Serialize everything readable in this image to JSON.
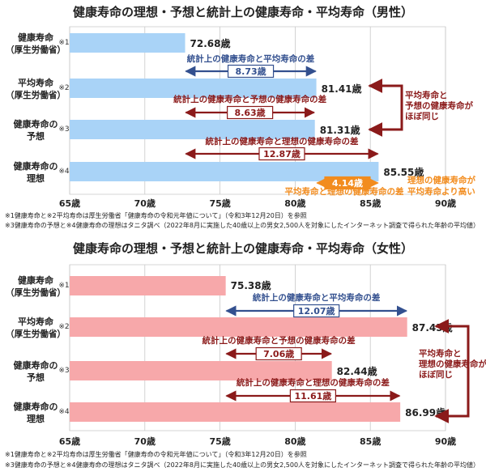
{
  "chart_data": [
    {
      "type": "bar",
      "orientation": "horizontal",
      "title": "健康寿命の理想・予想と統計上の健康寿命・平均寿命（男性）",
      "xlim": [
        65,
        90
      ],
      "x_ticks": [
        "65歳",
        "70歳",
        "75歳",
        "80歳",
        "85歳",
        "90歳"
      ],
      "grid": true,
      "bar_color": "#a9d3f7",
      "categories": [
        {
          "line1": "健康寿命",
          "line2": "（厚生労働省）",
          "mark": "※1"
        },
        {
          "line1": "平均寿命",
          "line2": "（厚生労働省）",
          "mark": "※2"
        },
        {
          "line1": "健康寿命の",
          "line2": "予想",
          "mark": "※3"
        },
        {
          "line1": "健康寿命の",
          "line2": "理想",
          "mark": "※4"
        }
      ],
      "values": [
        72.68,
        81.41,
        81.31,
        85.55
      ],
      "value_labels": [
        "72.68歳",
        "81.41歳",
        "81.31歳",
        "85.55歳"
      ],
      "diffs": [
        {
          "label": "統計上の健康寿命と平均寿命の差",
          "value": "8.73歳",
          "from": 72.68,
          "to": 81.41,
          "color": "#33508f"
        },
        {
          "label": "統計上の健康寿命と予想の健康寿命の差",
          "value": "8.63歳",
          "from": 72.68,
          "to": 81.31,
          "color": "#8b1a1a"
        },
        {
          "label": "統計上の健康寿命と理想の健康寿命の差",
          "value": "12.87歳",
          "from": 72.68,
          "to": 85.55,
          "color": "#8b1a1a"
        },
        {
          "label": "平均寿命と理想の健康寿命の差",
          "value": "4.14歳",
          "from": 81.41,
          "to": 85.55,
          "color": "#f28c1e"
        }
      ],
      "callouts": [
        {
          "lines": [
            "平均寿命と",
            "予想の健康寿命が",
            "ほぼ同じ"
          ],
          "color": "#8b1a1a"
        },
        {
          "lines": [
            "理想の健康寿命が",
            "平均寿命より高い"
          ],
          "color": "#f28c1e"
        }
      ],
      "footnotes": [
        "※1健康寿命と※2平均寿命は厚生労働省「健康寿命の令和元年値について」（令和3年12月20日）を参照",
        "※3健康寿命の予想と※4健康寿命の理想はタニタ調べ（2022年8月に実施した40歳以上の男女2,500人を対象にしたインターネット調査で得られた年齢の平均値）"
      ]
    },
    {
      "type": "bar",
      "orientation": "horizontal",
      "title": "健康寿命の理想・予想と統計上の健康寿命・平均寿命（女性）",
      "xlim": [
        65,
        90
      ],
      "x_ticks": [
        "65歳",
        "70歳",
        "75歳",
        "80歳",
        "85歳",
        "90歳"
      ],
      "grid": true,
      "bar_color": "#f7a8aa",
      "categories": [
        {
          "line1": "健康寿命",
          "line2": "（厚生労働省）",
          "mark": "※1"
        },
        {
          "line1": "平均寿命",
          "line2": "（厚生労働省）",
          "mark": "※2"
        },
        {
          "line1": "健康寿命の",
          "line2": "予想",
          "mark": "※3"
        },
        {
          "line1": "健康寿命の",
          "line2": "理想",
          "mark": "※4"
        }
      ],
      "values": [
        75.38,
        87.45,
        82.44,
        86.99
      ],
      "value_labels": [
        "75.38歳",
        "87.45歳",
        "82.44歳",
        "86.99歳"
      ],
      "diffs": [
        {
          "label": "統計上の健康寿命と平均寿命の差",
          "value": "12.07歳",
          "from": 75.38,
          "to": 87.45,
          "color": "#33508f"
        },
        {
          "label": "統計上の健康寿命と予想の健康寿命の差",
          "value": "7.06歳",
          "from": 75.38,
          "to": 82.44,
          "color": "#8b1a1a"
        },
        {
          "label": "統計上の健康寿命と理想の健康寿命の差",
          "value": "11.61歳",
          "from": 75.38,
          "to": 86.99,
          "color": "#8b1a1a"
        }
      ],
      "callouts": [
        {
          "lines": [
            "平均寿命と",
            "理想の健康寿命が",
            "ほぼ同じ"
          ],
          "color": "#8b1a1a"
        }
      ],
      "footnotes": [
        "※1健康寿命と※2平均寿命は厚生労働省「健康寿命の令和元年値について」（令和3年12月20日）を参照",
        "※3健康寿命の予想と※4健康寿命の理想はタニタ調べ（2022年8月に実施した40歳以上の男女2,500人を対象にしたインターネット調査で得られた年齢の平均値）"
      ]
    }
  ]
}
